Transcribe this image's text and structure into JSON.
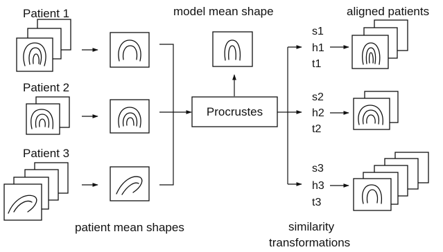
{
  "labels": {
    "patient1": "Patient 1",
    "patient2": "Patient 2",
    "patient3": "Patient 3",
    "model_mean_shape": "model mean shape",
    "aligned_patients": "aligned patients",
    "procrustes": "Procrustes",
    "patient_mean_shapes_line1": "patient mean shapes",
    "similarity_line1": "similarity",
    "similarity_line2": "transformations"
  },
  "transforms": [
    {
      "s": "s1",
      "h": "h1",
      "t": "t1"
    },
    {
      "s": "s2",
      "h": "h2",
      "t": "t2"
    },
    {
      "s": "s3",
      "h": "h3",
      "t": "t3"
    }
  ],
  "colors": {
    "stroke": "#111111",
    "background": "#ffffff"
  }
}
